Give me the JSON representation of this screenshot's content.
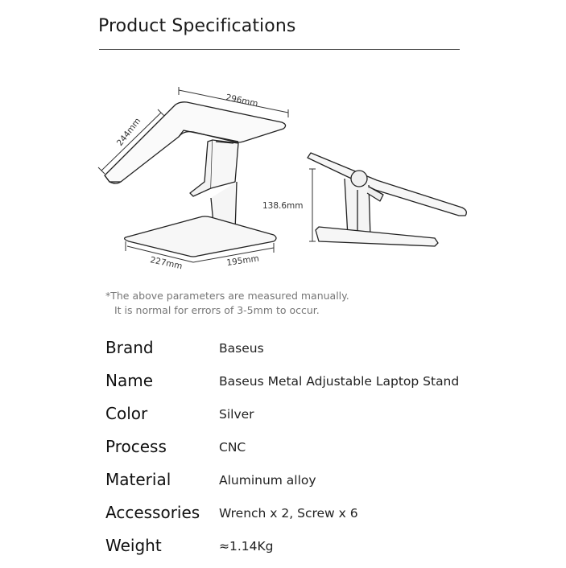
{
  "header": {
    "title": "Product Specifications"
  },
  "diagram": {
    "dim_width_top": "296mm",
    "dim_depth_top": "244mm",
    "dim_base_depth": "227mm",
    "dim_base_width": "195mm",
    "dim_height": "138.6mm"
  },
  "note": {
    "line1": "*The above parameters are measured manually.",
    "line2": "It is normal for errors of 3-5mm to occur."
  },
  "specs": [
    {
      "label": "Brand",
      "value": "Baseus"
    },
    {
      "label": "Name",
      "value": "Baseus Metal Adjustable Laptop Stand"
    },
    {
      "label": "Color",
      "value": "Silver"
    },
    {
      "label": "Process",
      "value": "CNC"
    },
    {
      "label": "Material",
      "value": "Aluminum alloy"
    },
    {
      "label": "Accessories",
      "value": "Wrench x 2, Screw x 6"
    },
    {
      "label": "Weight",
      "value": "≈1.14Kg"
    }
  ]
}
